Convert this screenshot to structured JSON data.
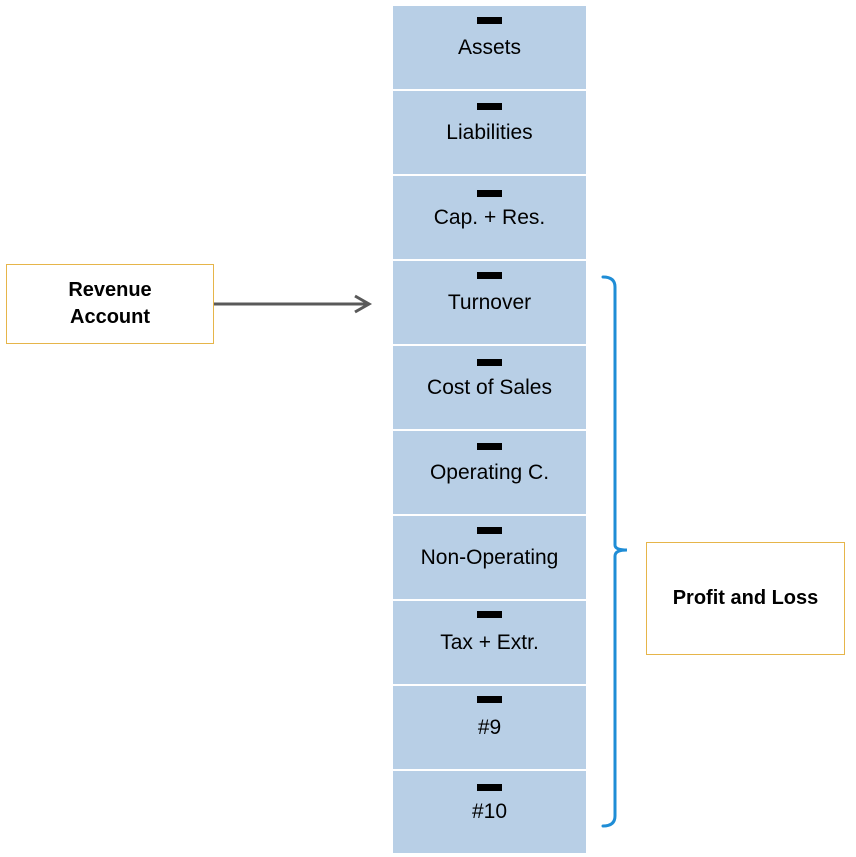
{
  "accounts": [
    {
      "label": "Assets"
    },
    {
      "label": "Liabilities"
    },
    {
      "label": "Cap. + Res."
    },
    {
      "label": "Turnover"
    },
    {
      "label": "Cost of Sales"
    },
    {
      "label": "Operating C."
    },
    {
      "label": "Non-Operating"
    },
    {
      "label": "Tax + Extr."
    },
    {
      "label": "#9"
    },
    {
      "label": "#10"
    }
  ],
  "callouts": {
    "revenue_line1": "Revenue",
    "revenue_line2": "Account",
    "profit_and_loss": "Profit and Loss"
  },
  "colors": {
    "cell_fill": "#b8cfe6",
    "callout_border": "#e6b54a",
    "bracket": "#1f8dd6",
    "arrow": "#595959"
  }
}
